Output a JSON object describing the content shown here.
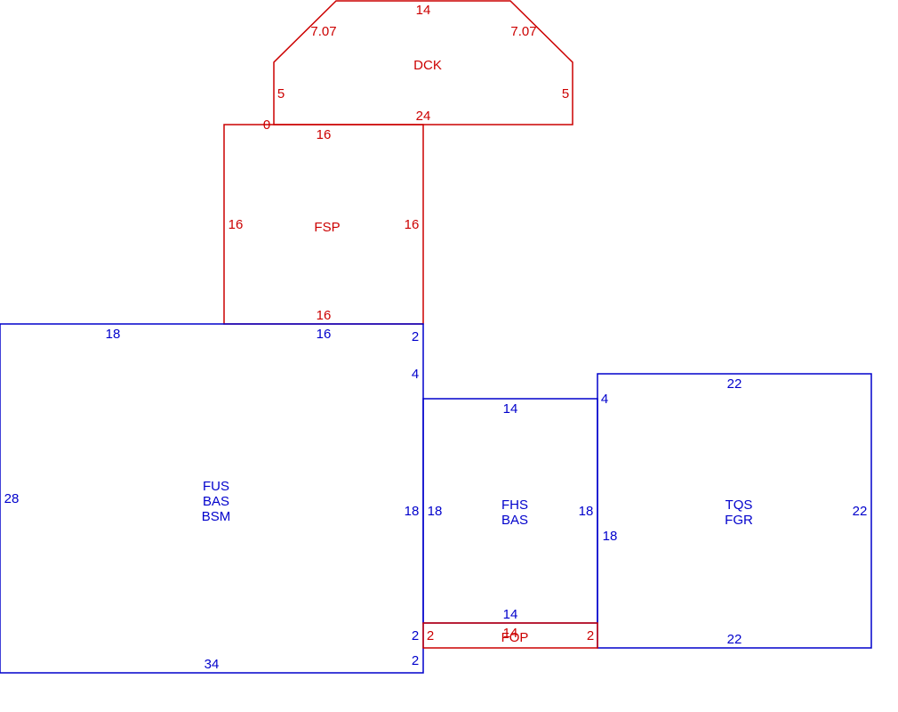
{
  "colors": {
    "red": "#cc0000",
    "blue": "#0000cc"
  },
  "areas": {
    "dck": {
      "labels": [
        "DCK"
      ],
      "dims": {
        "top": "14",
        "upper_left_diag": "7.07",
        "upper_right_diag": "7.07",
        "left": "5",
        "right": "5",
        "bottom": "24",
        "corner": "0"
      }
    },
    "fsp": {
      "labels": [
        "FSP"
      ],
      "dims": {
        "top": "16",
        "left": "16",
        "right": "16",
        "bottom": "16"
      }
    },
    "main_house": {
      "labels": [
        "FUS",
        "BAS",
        "BSM"
      ],
      "dims": {
        "top_left": "18",
        "top_right": "16",
        "right_top_jog": "2",
        "right_step": "4",
        "left": "28",
        "right": "18",
        "right_lower_jog": "2",
        "right_bottom_jog": "2",
        "bottom": "34"
      }
    },
    "fhs": {
      "labels": [
        "FHS",
        "BAS"
      ],
      "dims": {
        "top": "14",
        "left": "18",
        "right": "18",
        "bottom": "14"
      }
    },
    "fop": {
      "labels": [
        "FOP"
      ],
      "dims": {
        "top": "14",
        "left": "2",
        "right": "2"
      }
    },
    "tqs": {
      "labels": [
        "TQS",
        "FGR"
      ],
      "dims": {
        "top": "22",
        "left_jog": "4",
        "left": "18",
        "right": "22",
        "bottom": "22"
      }
    }
  }
}
